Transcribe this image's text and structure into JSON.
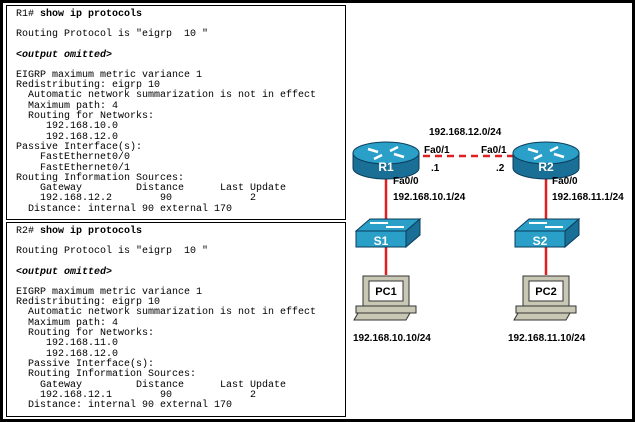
{
  "r1_output": {
    "command_prompt": "R1#",
    "command": "show ip protocols",
    "protocol_line": "Routing Protocol is \"eigrp  10 \"",
    "omitted": "<output omitted>",
    "lines": [
      "EIGRP maximum metric variance 1",
      "Redistributing: eigrp 10",
      "  Automatic network summarization is not in effect",
      "  Maximum path: 4",
      "  Routing for Networks:",
      "     192.168.10.0",
      "     192.168.12.0",
      "Passive Interface(s):",
      "    FastEthernet0/0",
      "    FastEthernet0/1",
      "Routing Information Sources:",
      "    Gateway         Distance      Last Update",
      "    192.168.12.2        90             2",
      "  Distance: internal 90 external 170"
    ]
  },
  "r2_output": {
    "command_prompt": "R2#",
    "command": "show ip protocols",
    "protocol_line": "Routing Protocol is \"eigrp  10 \"",
    "omitted": "<output omitted>",
    "lines": [
      "EIGRP maximum metric variance 1",
      "Redistributing: eigrp 10",
      "  Automatic network summarization is not in effect",
      "  Maximum path: 4",
      "  Routing for Networks:",
      "     192.168.11.0",
      "     192.168.12.0",
      "  Passive Interface(s):",
      "  Routing Information Sources:",
      "    Gateway         Distance      Last Update",
      "    192.168.12.1        90             2",
      "  Distance: internal 90 external 170"
    ]
  },
  "topology": {
    "link_network": "192.168.12.0/24",
    "r1": {
      "name": "R1",
      "wan_if": "Fa0/1",
      "wan_host": ".1",
      "lan_if": "Fa0/0",
      "lan_ip": "192.168.10.1/24"
    },
    "r2": {
      "name": "R2",
      "wan_if": "Fa0/1",
      "wan_host": ".2",
      "lan_if": "Fa0/0",
      "lan_ip": "192.168.11.1/24"
    },
    "s1": {
      "name": "S1"
    },
    "s2": {
      "name": "S2"
    },
    "pc1": {
      "name": "PC1",
      "ip": "192.168.10.10/24"
    },
    "pc2": {
      "name": "PC2",
      "ip": "192.168.11.10/24"
    },
    "colors": {
      "link": "#e02020",
      "device": "#2a9fc8",
      "device_dark": "#1a6f96",
      "pc": "#c8c8b4"
    }
  }
}
